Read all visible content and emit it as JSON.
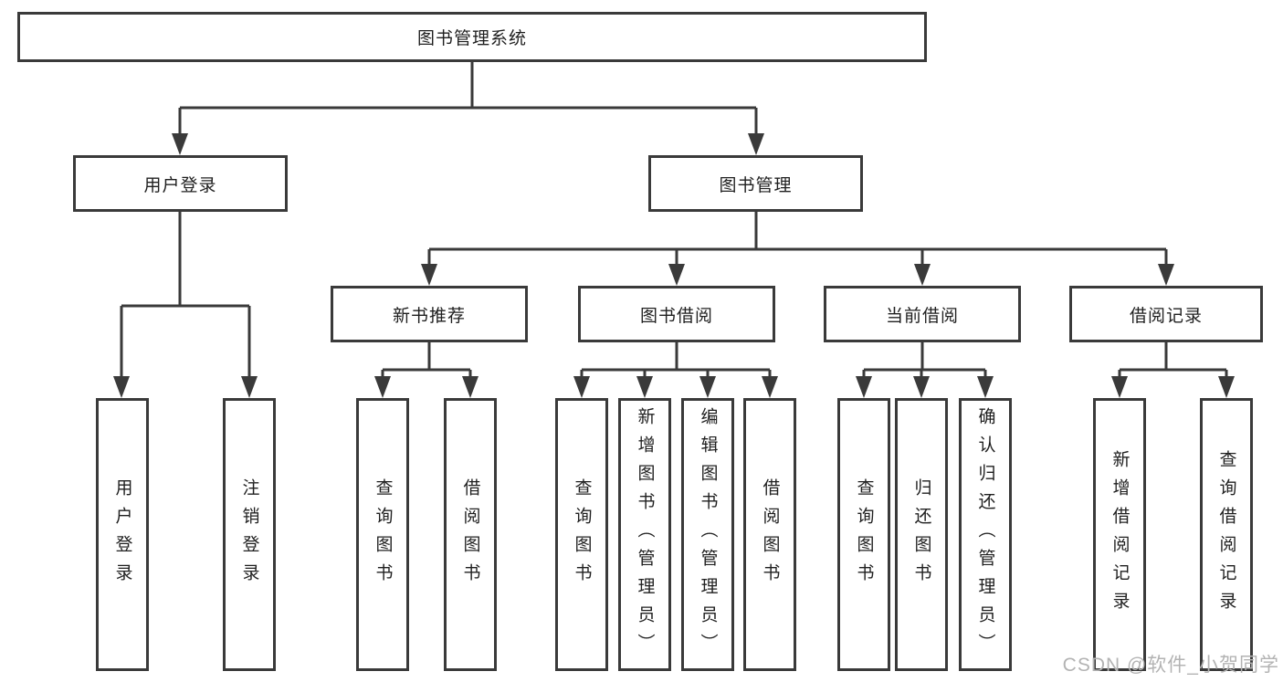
{
  "diagram": {
    "type": "hierarchy-tree",
    "colors": {
      "line": "#3a3a3a",
      "text": "#1f1f1f",
      "box_background": "#ffffff",
      "watermark": "#b3b3b3"
    },
    "tree": {
      "label": "图书管理系统",
      "children": [
        {
          "label": "用户登录",
          "children": [
            {
              "label": "用户登录"
            },
            {
              "label": "注销登录"
            }
          ]
        },
        {
          "label": "图书管理",
          "children": [
            {
              "label": "新书推荐",
              "children": [
                {
                  "label": "查询图书"
                },
                {
                  "label": "借阅图书"
                }
              ]
            },
            {
              "label": "图书借阅",
              "children": [
                {
                  "label": "查询图书"
                },
                {
                  "label": "新增图书（管理员）"
                },
                {
                  "label": "编辑图书（管理员）"
                },
                {
                  "label": "借阅图书"
                }
              ]
            },
            {
              "label": "当前借阅",
              "children": [
                {
                  "label": "查询图书"
                },
                {
                  "label": "归还图书"
                },
                {
                  "label": "确认归还（管理员）"
                }
              ]
            },
            {
              "label": "借阅记录",
              "children": [
                {
                  "label": "新增借阅记录"
                },
                {
                  "label": "查询借阅记录"
                }
              ]
            }
          ]
        }
      ]
    },
    "watermark": {
      "text": "CSDN @软件_小贺同学"
    }
  }
}
